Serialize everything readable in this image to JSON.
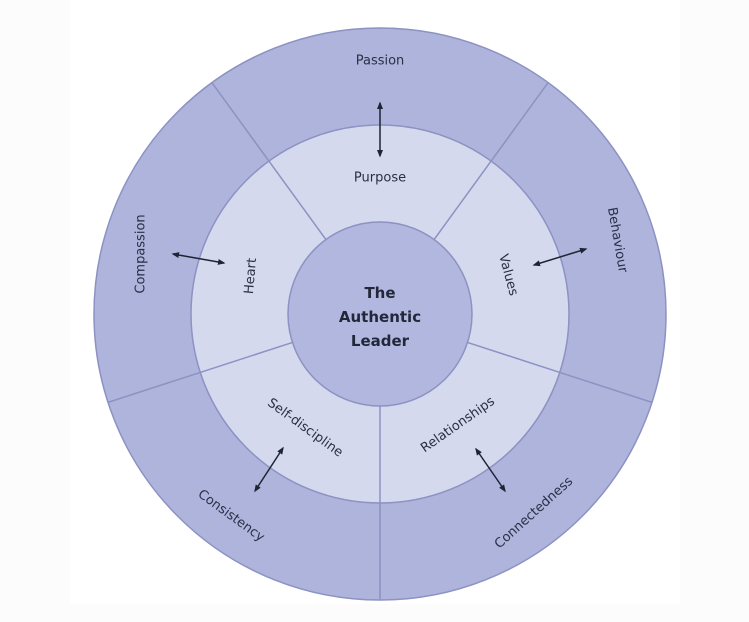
{
  "diagram": {
    "center": {
      "lines": [
        "The",
        "Authentic",
        "Leader"
      ]
    },
    "segments": [
      {
        "inner": "Purpose",
        "outer": "Passion"
      },
      {
        "inner": "Values",
        "outer": "Behaviour"
      },
      {
        "inner": "Relationships",
        "outer": "Connectedness"
      },
      {
        "inner": "Self-discipline",
        "outer": "Consistency"
      },
      {
        "inner": "Heart",
        "outer": "Compassion"
      }
    ],
    "spoke_angles_deg": [
      36,
      108,
      180,
      252,
      324
    ],
    "colors": {
      "outer_ring": "#aeb4dc",
      "middle_ring": "#d4d9ed",
      "center": "#b1b7de",
      "stroke": "#8c92c2",
      "text": "#2b2f45",
      "arrow": "#1f2333"
    }
  }
}
